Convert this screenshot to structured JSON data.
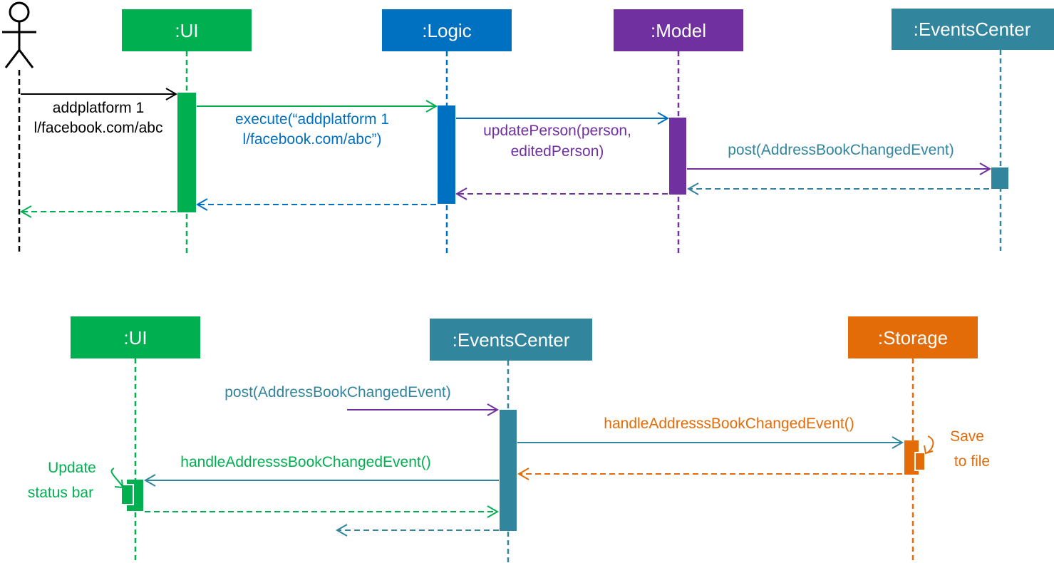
{
  "colors": {
    "ui": "#00b050",
    "logic": "#0070c0",
    "model": "#7030a0",
    "events": "#31859c",
    "storage": "#e36c09",
    "actor": "#000000"
  },
  "top": {
    "participants": {
      "ui": ":UI",
      "logic": ":Logic",
      "model": ":Model",
      "events": ":EventsCenter"
    },
    "messages": {
      "user_cmd_line1": "addplatform 1",
      "user_cmd_line2": "l/facebook.com/abc",
      "execute_line1": "execute(“addplatform 1",
      "execute_line2": "l/facebook.com/abc”)",
      "update_line1": "updatePerson(person,",
      "update_line2": "editedPerson)",
      "post": "post(AddressBookChangedEvent)"
    }
  },
  "bottom": {
    "participants": {
      "ui": ":UI",
      "events": ":EventsCenter",
      "storage": ":Storage"
    },
    "messages": {
      "post": "post(AddressBookChangedEvent)",
      "handle_storage": "handleAddresssBookChangedEvent()",
      "handle_ui": "handleAddresssBookChangedEvent()",
      "save_line1": "Save",
      "save_line2": "to file",
      "update_line1": "Update",
      "update_line2": "status bar"
    }
  }
}
